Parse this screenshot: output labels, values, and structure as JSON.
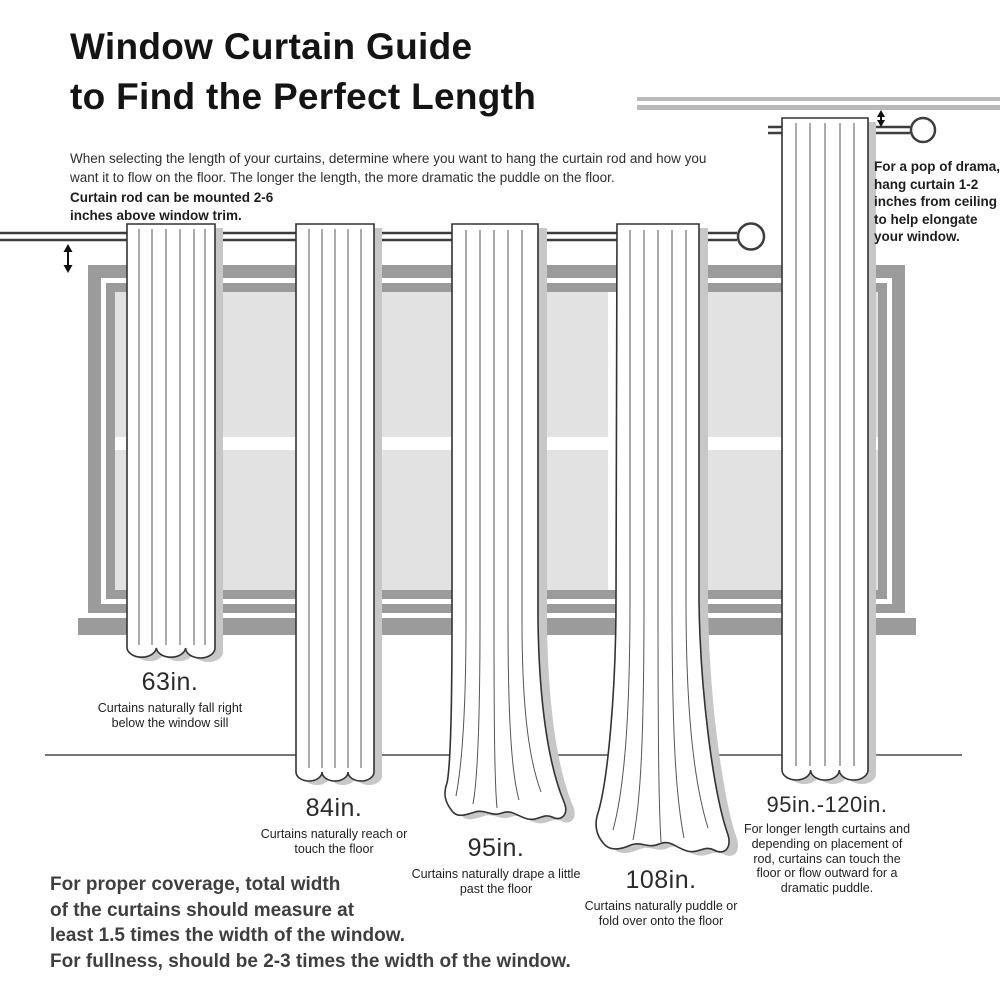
{
  "title": {
    "line1": "Window Curtain Guide",
    "line2": "to Find the Perfect Length"
  },
  "intro": "When selecting the length of your curtains, determine where you want to hang the curtain rod and how you want it to flow on the floor. The longer the length, the more dramatic the puddle on the floor.",
  "rod_note": "Curtain rod can be mounted 2-6 inches above window trim.",
  "ceiling_note": "For a pop of drama, hang curtain 1-2 inches from ceiling to help elongate your window.",
  "curtains": [
    {
      "length": "63in.",
      "description": "Curtains naturally fall right below the window sill"
    },
    {
      "length": "84in.",
      "description": "Curtains naturally reach or touch the floor"
    },
    {
      "length": "95in.",
      "description": "Curtains naturally drape a little past the floor"
    },
    {
      "length": "108in.",
      "description": "Curtains naturally puddle or fold over onto the floor"
    },
    {
      "length": "95in.-120in.",
      "description": "For longer length curtains and depending on placement of rod, curtains can touch the floor or flow outward for a dramatic puddle."
    }
  ],
  "footer": {
    "lines": [
      "For proper coverage, total width",
      "of the curtains should measure at",
      "least 1.5 times the width of the window.",
      "For fullness, should be 2-3 times the width of the window."
    ]
  },
  "colors": {
    "frame_gray": "#9b9b9b",
    "glass_gray": "#e2e2e2",
    "shadow_gray": "#c7c7c7",
    "rod_dark": "#3d3d3d"
  }
}
